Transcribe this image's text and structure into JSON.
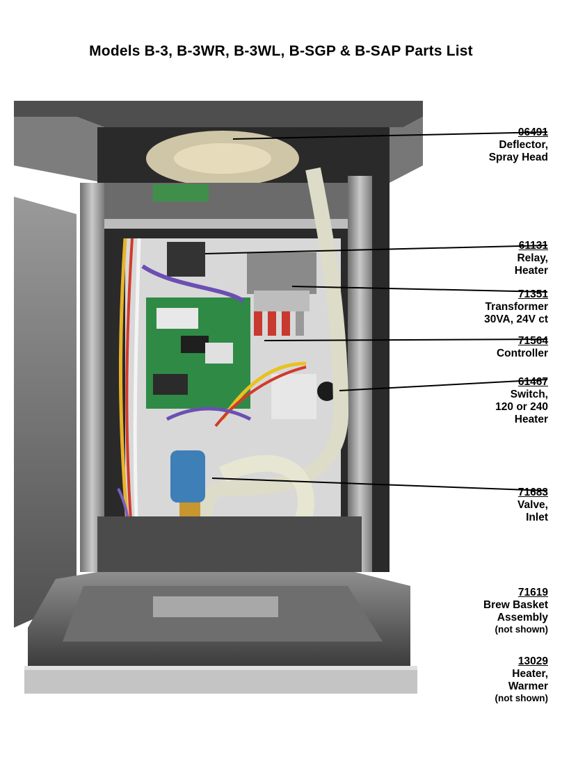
{
  "title": "Models B-3, B-3WR, B-3WL, B-SGP & B-SAP Parts List",
  "parts": [
    {
      "number": "06491",
      "lines": [
        "Deflector,",
        "Spray Head"
      ]
    },
    {
      "number": "61131",
      "lines": [
        "Relay,",
        "Heater"
      ]
    },
    {
      "number": "71351",
      "lines": [
        "Transformer",
        "30VA, 24V ct"
      ]
    },
    {
      "number": "71564",
      "lines": [
        "Controller"
      ]
    },
    {
      "number": "61467",
      "lines": [
        "Switch,",
        "120 or 240",
        "Heater"
      ]
    },
    {
      "number": "71683",
      "lines": [
        "Valve,",
        "Inlet"
      ]
    },
    {
      "number": "71619",
      "lines": [
        "Brew Basket",
        "Assembly"
      ],
      "note": "(not shown)"
    },
    {
      "number": "13029",
      "lines": [
        "Heater,",
        "Warmer"
      ],
      "note": "(not shown)"
    }
  ]
}
